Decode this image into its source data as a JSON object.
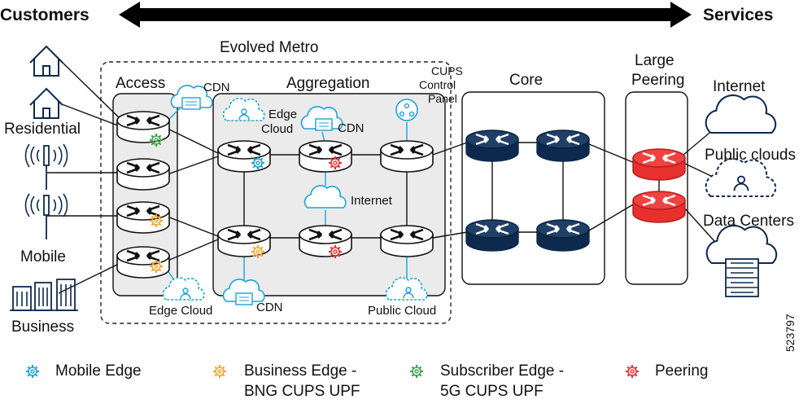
{
  "header": {
    "left": "Customers",
    "right": "Services"
  },
  "regions": {
    "evolved_metro": "Evolved Metro",
    "access": "Access",
    "aggregation": "Aggregation",
    "cups_line1": "CUPS",
    "cups_line2": "Control",
    "cups_line3": "Panel",
    "core": "Core",
    "peering_line1": "Large",
    "peering_line2": "Peering"
  },
  "customers": {
    "residential": "Residential",
    "mobile": "Mobile",
    "business": "Business"
  },
  "clouds": {
    "cdn_access": "CDN",
    "edge_cloud_agg_1": "Edge",
    "edge_cloud_agg_2": "Cloud",
    "cdn_agg": "CDN",
    "internet_agg": "Internet",
    "edge_cloud_access": "Edge Cloud",
    "cdn_bottom": "CDN",
    "public_cloud": "Public Cloud"
  },
  "services": {
    "internet": "Internet",
    "public_clouds": "Public clouds",
    "data_centers": "Data Centers"
  },
  "legend": [
    {
      "label_1": "Mobile Edge",
      "label_2": "",
      "color": "#1aa3d9"
    },
    {
      "label_1": "Business Edge -",
      "label_2": "BNG CUPS UPF",
      "color": "#f0a830"
    },
    {
      "label_1": "Subscriber Edge -",
      "label_2": "5G CUPS UPF",
      "color": "#3aa64a"
    },
    {
      "label_1": "Peering",
      "label_2": "",
      "color": "#e8302e"
    }
  ],
  "figure_id": "523797",
  "colors": {
    "cyan": "#1aa3d9",
    "navy": "#0d2a4e",
    "red": "#e8302e",
    "panel": "#ebebeb",
    "orange": "#f0a830",
    "green": "#3aa64a"
  }
}
